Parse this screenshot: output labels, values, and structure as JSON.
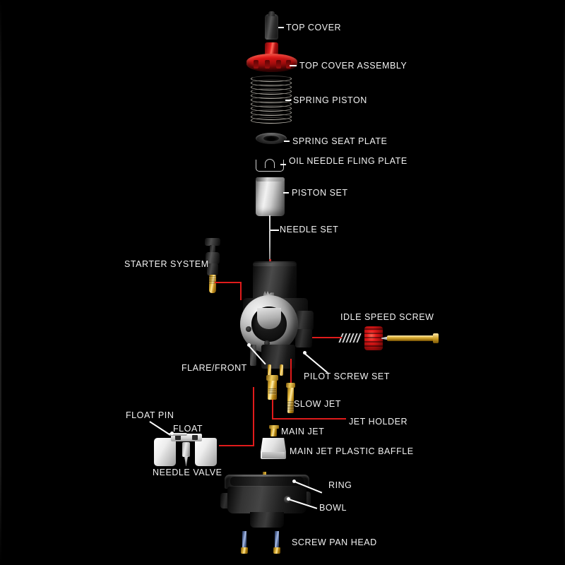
{
  "diagram": {
    "title": "Carburetor Exploded Parts Diagram",
    "background_color": "#000000",
    "label_color": "#f2f2f2",
    "leader_white": "#ffffff",
    "leader_red": "#e01b1b"
  },
  "labels": {
    "top_cover": "TOP COVER",
    "top_cover_assembly": "TOP COVER ASSEMBLY",
    "spring_piston": "SPRING PISTON",
    "spring_seat_plate": "SPRING SEAT PLATE",
    "oil_needle_fling_plate": "OIL NEEDLE FLING PLATE",
    "piston_set": "PISTON SET",
    "needle_set": "NEEDLE SET",
    "starter_system": "STARTER SYSTEM",
    "idle_speed_screw": "IDLE SPEED SCREW",
    "flare_front": "FLARE/FRONT",
    "pilot_screw_set": "PILOT SCREW SET",
    "slow_jet": "SLOW JET",
    "jet_holder": "JET HOLDER",
    "float_pin": "FLOAT PIN",
    "float": "FLOAT",
    "needle_valve": "NEEDLE VALVE",
    "main_jet": "MAIN JET",
    "main_jet_plastic_baffle": "MAIN JET PLASTIC BAFFLE",
    "ring": "RING",
    "bowl": "BOWL",
    "screw_pan_head": "SCREW PAN HEAD"
  },
  "parts": [
    {
      "name": "top-cover",
      "label": "TOP COVER",
      "color": "#2e2e2e",
      "material": "black-plastic"
    },
    {
      "name": "top-cover-assembly",
      "label": "TOP COVER ASSEMBLY",
      "color": "#e01414",
      "material": "red-anodized-aluminum"
    },
    {
      "name": "spring-piston",
      "label": "SPRING PISTON",
      "color": "#cdc8be",
      "material": "steel",
      "coils": 12
    },
    {
      "name": "spring-seat-plate",
      "label": "SPRING SEAT PLATE",
      "color": "#3b3b3b",
      "material": "steel"
    },
    {
      "name": "oil-needle-fling-plate",
      "label": "OIL NEEDLE FLING PLATE",
      "color": "#cfcfcf",
      "material": "wire-clip"
    },
    {
      "name": "piston-set",
      "label": "PISTON SET",
      "color": "#d8d8d8",
      "material": "aluminum"
    },
    {
      "name": "needle-set",
      "label": "NEEDLE SET",
      "color": "#e8e8e8",
      "material": "steel-needle"
    },
    {
      "name": "starter-system",
      "label": "STARTER SYSTEM",
      "color": "#2a2a2a",
      "material": "black-plunger-brass-tip"
    },
    {
      "name": "idle-speed-screw",
      "label": "IDLE SPEED SCREW",
      "color": "#e51b1b",
      "material": "brass-screw-red-knob"
    },
    {
      "name": "flare-front",
      "label": "FLARE/FRONT",
      "color": "#d8d8d8",
      "material": "aluminum-velocity-stack"
    },
    {
      "name": "pilot-screw-set",
      "label": "PILOT SCREW SET",
      "color": "#2c2c2c",
      "material": "brass"
    },
    {
      "name": "slow-jet",
      "label": "SLOW JET",
      "color": "#e3b73a",
      "material": "brass"
    },
    {
      "name": "jet-holder",
      "label": "JET HOLDER",
      "color": "#e8bb3d",
      "material": "brass"
    },
    {
      "name": "float-pin",
      "label": "FLOAT PIN",
      "color": "#bdbdbd",
      "material": "steel"
    },
    {
      "name": "float",
      "label": "FLOAT",
      "color": "#ededed",
      "material": "white-plastic"
    },
    {
      "name": "needle-valve",
      "label": "NEEDLE VALVE",
      "color": "#b5b5b5",
      "material": "steel"
    },
    {
      "name": "main-jet",
      "label": "MAIN JET",
      "color": "#e3b73a",
      "material": "brass"
    },
    {
      "name": "main-jet-plastic-baffle",
      "label": "MAIN JET PLASTIC BAFFLE",
      "color": "#e2e2e2",
      "material": "white-plastic"
    },
    {
      "name": "ring",
      "label": "RING",
      "color": "#3e3e3e",
      "material": "gasket-o-ring"
    },
    {
      "name": "bowl",
      "label": "BOWL",
      "color": "#2e2e2e",
      "material": "cast-aluminum-black"
    },
    {
      "name": "screw-pan-head",
      "label": "SCREW PAN HEAD",
      "color": "#6e86bb",
      "material": "steel-brass-head",
      "count": 2
    }
  ]
}
